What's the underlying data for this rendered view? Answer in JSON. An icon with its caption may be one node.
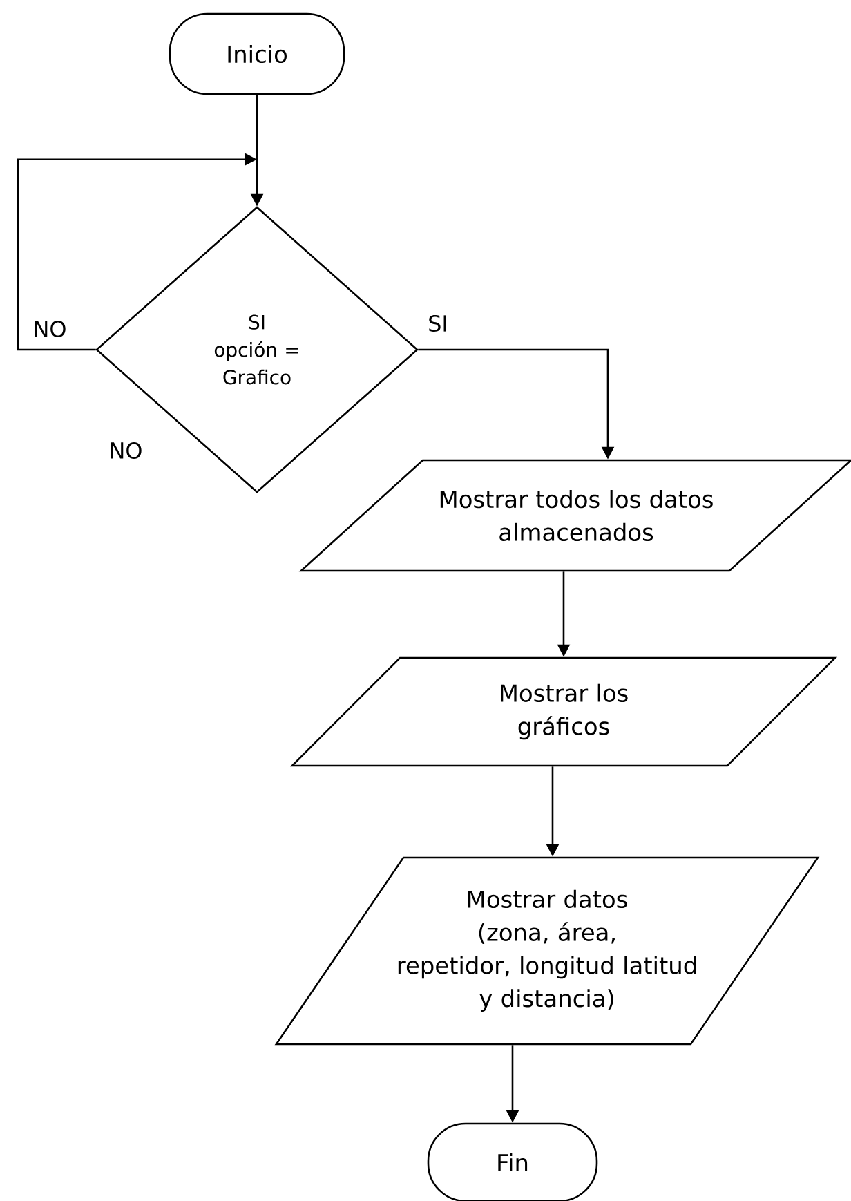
{
  "diagram": {
    "nodes": [
      {
        "text": [
          "Inicio"
        ]
      },
      {
        "text": [
          "SI opción = Grafico"
        ]
      },
      {
        "text": [
          "Mostrar todos los datos almacenados"
        ]
      },
      {
        "text": [
          "Mostrar los gráficos"
        ]
      },
      {
        "text": [
          "Mostrar datos (zona, área, repetidor, longitud latitud y distancia)"
        ]
      },
      {
        "text": [
          "Fin"
        ]
      }
    ],
    "edges": [
      {
        "from": 0,
        "to": 1,
        "arrow": "to"
      },
      {
        "from": 1,
        "to": 2,
        "arrow": "to",
        "label": "SI"
      },
      {
        "from": 1,
        "to": 1,
        "arrow": "to",
        "label": "NO"
      },
      {
        "from": 2,
        "to": 3,
        "arrow": "to"
      },
      {
        "from": 3,
        "to": 4,
        "arrow": "to"
      },
      {
        "from": 4,
        "to": 5,
        "arrow": "to"
      }
    ],
    "labels": [
      "NO"
    ]
  }
}
